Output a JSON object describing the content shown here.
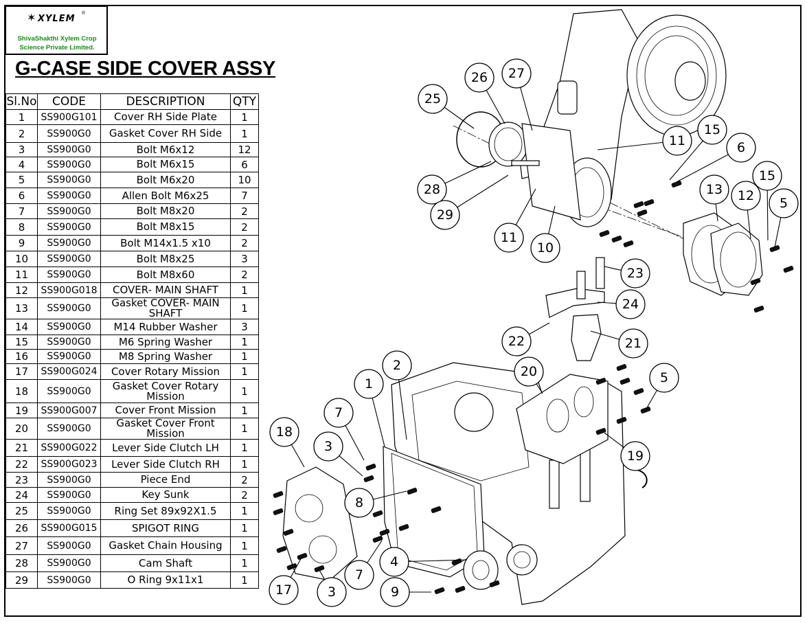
{
  "logo": {
    "brand": "XYLEM",
    "company": "ShivaShakthi Xylem Crop Science Private Limited."
  },
  "title": "G-CASE SIDE COVER ASSY",
  "table": {
    "headers": [
      "Sl.No",
      "CODE",
      "DESCRIPTION",
      "QTY"
    ],
    "rows": [
      {
        "no": "1",
        "code": "SS900G101",
        "desc": "Cover RH Side Plate",
        "qty": "1"
      },
      {
        "no": "2",
        "code": "SS900G0",
        "desc": "Gasket Cover RH Side",
        "qty": "1"
      },
      {
        "no": "3",
        "code": "SS900G0",
        "desc": "Bolt M6x12",
        "qty": "12"
      },
      {
        "no": "4",
        "code": "SS900G0",
        "desc": "Bolt M6x15",
        "qty": "6"
      },
      {
        "no": "5",
        "code": "SS900G0",
        "desc": "Bolt M6x20",
        "qty": "10"
      },
      {
        "no": "6",
        "code": "SS900G0",
        "desc": "Allen Bolt M6x25",
        "qty": "7"
      },
      {
        "no": "7",
        "code": "SS900G0",
        "desc": "Bolt M8x20",
        "qty": "2"
      },
      {
        "no": "8",
        "code": "SS900G0",
        "desc": "Bolt M8x15",
        "qty": "2"
      },
      {
        "no": "9",
        "code": "SS900G0",
        "desc": "Bolt M14x1.5 x10",
        "qty": "2"
      },
      {
        "no": "10",
        "code": "SS900G0",
        "desc": "Bolt M8x25",
        "qty": "3"
      },
      {
        "no": "11",
        "code": "SS900G0",
        "desc": "Bolt M8x60",
        "qty": "2"
      },
      {
        "no": "12",
        "code": "SS900G018",
        "desc": "COVER- MAIN SHAFT",
        "qty": "1"
      },
      {
        "no": "13",
        "code": "SS900G0",
        "desc": "Gasket COVER- MAIN SHAFT",
        "qty": "1"
      },
      {
        "no": "14",
        "code": "SS900G0",
        "desc": "M14 Rubber Washer",
        "qty": "3"
      },
      {
        "no": "15",
        "code": "SS900G0",
        "desc": "M6 Spring Washer",
        "qty": "1"
      },
      {
        "no": "16",
        "code": "SS900G0",
        "desc": "M8 Spring Washer",
        "qty": "1"
      },
      {
        "no": "17",
        "code": "SS900G024",
        "desc": "Cover Rotary Mission",
        "qty": "1"
      },
      {
        "no": "18",
        "code": "SS900G0",
        "desc": "Gasket Cover Rotary Mission",
        "qty": "1"
      },
      {
        "no": "19",
        "code": "SS900G007",
        "desc": "Cover Front Mission",
        "qty": "1"
      },
      {
        "no": "20",
        "code": "SS900G0",
        "desc": "Gasket Cover Front Mission",
        "qty": "1"
      },
      {
        "no": "21",
        "code": "SS900G022",
        "desc": "Lever Side Clutch LH",
        "qty": "1"
      },
      {
        "no": "22",
        "code": "SS900G023",
        "desc": "Lever Side Clutch RH",
        "qty": "1"
      },
      {
        "no": "23",
        "code": "SS900G0",
        "desc": "Piece End",
        "qty": "2"
      },
      {
        "no": "24",
        "code": "SS900G0",
        "desc": "Key Sunk",
        "qty": "2"
      },
      {
        "no": "25",
        "code": "SS900G0",
        "desc": "Ring Set 89x92X1.5",
        "qty": "1"
      },
      {
        "no": "26",
        "code": "SS900G015",
        "desc": "SPIGOT RING",
        "qty": "1"
      },
      {
        "no": "27",
        "code": "SS900G0",
        "desc": "Gasket Chain Housing",
        "qty": "1"
      },
      {
        "no": "28",
        "code": "SS900G0",
        "desc": "Cam Shaft",
        "qty": "1"
      },
      {
        "no": "29",
        "code": "SS900G0",
        "desc": "O Ring 9x11x1",
        "qty": "1"
      }
    ]
  },
  "callouts": [
    "1",
    "2",
    "3",
    "3",
    "4",
    "5",
    "5",
    "6",
    "7",
    "7",
    "8",
    "9",
    "10",
    "11",
    "11",
    "12",
    "13",
    "15",
    "15",
    "17",
    "18",
    "19",
    "20",
    "21",
    "22",
    "23",
    "24",
    "25",
    "26",
    "27",
    "28",
    "29"
  ]
}
